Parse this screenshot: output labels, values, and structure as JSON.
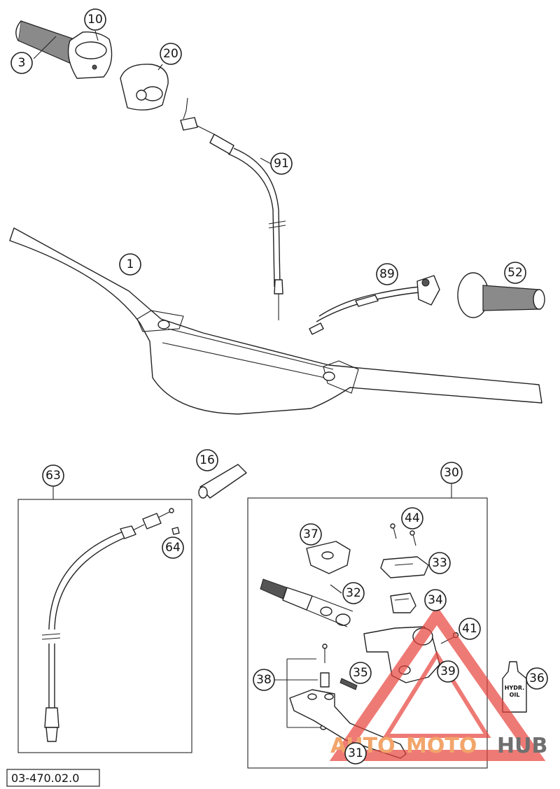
{
  "callouts": [
    {
      "id": "10",
      "label": "10"
    },
    {
      "id": "3",
      "label": "3"
    },
    {
      "id": "20",
      "label": "20"
    },
    {
      "id": "91",
      "label": "91"
    },
    {
      "id": "1",
      "label": "1"
    },
    {
      "id": "89",
      "label": "89"
    },
    {
      "id": "52",
      "label": "52"
    },
    {
      "id": "16",
      "label": "16"
    },
    {
      "id": "63",
      "label": "63"
    },
    {
      "id": "30",
      "label": "30"
    },
    {
      "id": "64",
      "label": "64"
    },
    {
      "id": "37",
      "label": "37"
    },
    {
      "id": "44",
      "label": "44"
    },
    {
      "id": "33",
      "label": "33"
    },
    {
      "id": "32",
      "label": "32"
    },
    {
      "id": "34",
      "label": "34"
    },
    {
      "id": "41",
      "label": "41"
    },
    {
      "id": "38",
      "label": "38"
    },
    {
      "id": "35",
      "label": "35"
    },
    {
      "id": "39",
      "label": "39"
    },
    {
      "id": "36",
      "label": "36"
    },
    {
      "id": "31",
      "label": "31"
    }
  ],
  "diagram_code": "03-470.02.0",
  "oil_label": {
    "line1": "HYDR.",
    "line2": "OIL"
  },
  "watermark": {
    "part1": "AUTO",
    "part2": "MOTO",
    "part3": "HUB"
  },
  "colors": {
    "watermark_red": "#e8423c",
    "watermark_orange": "#f2a56b",
    "watermark_grey": "#6f6f6f"
  }
}
